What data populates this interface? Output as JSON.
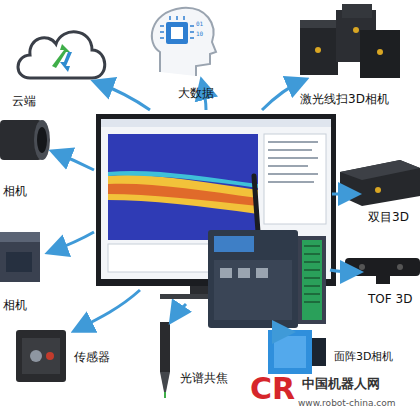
{
  "diagram": {
    "labels": [
      "云端",
      "大数据",
      "激光线扫3D相机",
      "相机",
      "双目3D",
      "相机",
      "TOF 3D",
      "传感器",
      "光谱共焦",
      "面阵3D相机",
      "CR",
      "中国机器人网",
      "www.robot-china.com"
    ]
  }
}
